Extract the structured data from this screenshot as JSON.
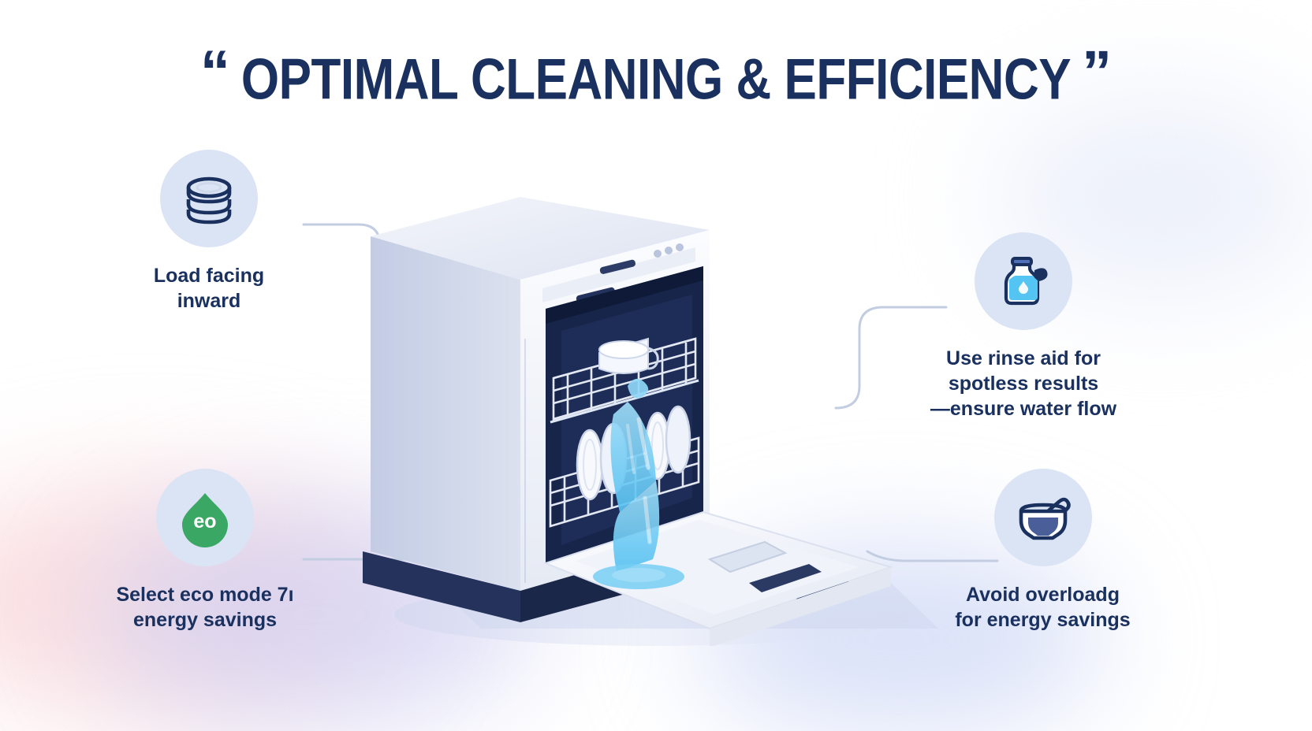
{
  "title": {
    "open_quote": "“",
    "text": "OPTIMAL CLEANING & EFFICIENCY",
    "close_quote": "”"
  },
  "colors": {
    "navy": "#1a3160",
    "icon_circle_bg": "#dbe4f4",
    "eco_green": "#3aa864",
    "water_blue": "#5ec3f0",
    "appliance_light": "#eef1f8",
    "appliance_mid": "#c9d2e8",
    "appliance_dark": "#1c2c53",
    "connector_line": "#c3cde2",
    "glow_pink": "#fad6d8",
    "glow_lavender": "#cecef2",
    "glow_blue": "#c4cef4"
  },
  "callouts": [
    {
      "id": "load-facing",
      "icon": "stacked-plates-icon",
      "lines": [
        "Load facing",
        "inward"
      ]
    },
    {
      "id": "eco-mode",
      "icon": "eco-leaf-icon",
      "icon_text": "eo",
      "lines": [
        "Select eco mode 7ı",
        "energy savings"
      ]
    },
    {
      "id": "rinse-aid",
      "icon": "rinse-aid-bottle-icon",
      "lines": [
        "Use rinse aid for",
        "spotless results",
        "—ensure water flow"
      ]
    },
    {
      "id": "avoid-overload",
      "icon": "bowl-with-spoon-icon",
      "lines": [
        "Avoid overloadg",
        "for energy savings"
      ]
    }
  ],
  "illustration": {
    "name": "open-dishwasher-with-dishes-and-water-spray",
    "alt": "Isometric illustration of an open dishwasher with loaded racks, plates, and a blue water spray"
  }
}
